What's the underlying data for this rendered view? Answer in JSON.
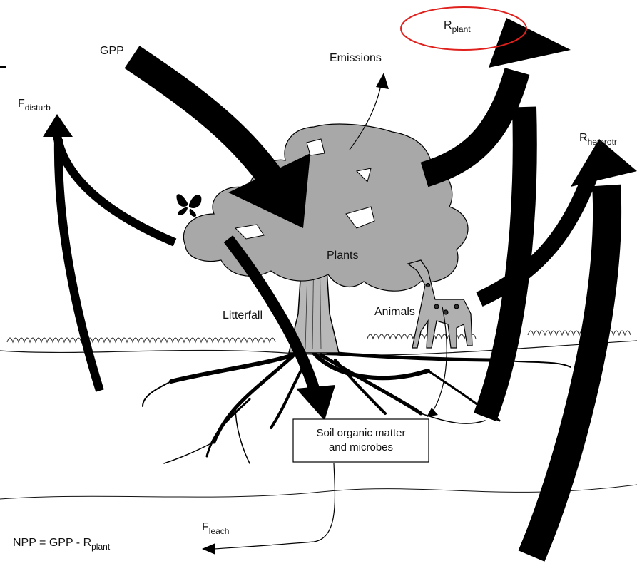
{
  "labels": {
    "gpp": "GPP",
    "emissions": "Emissions",
    "r_plant_main": "R",
    "r_plant_sub": "plant",
    "f_disturb_main": "F",
    "f_disturb_sub": "disturb",
    "r_heterotr_main": "R",
    "r_heterotr_sub": "heterotr",
    "plants": "Plants",
    "animals": "Animals",
    "litterfall": "Litterfall",
    "soil_line1": "Soil organic matter",
    "soil_line2": "and microbes",
    "f_leach_main": "F",
    "f_leach_sub": "leach",
    "npp_main": "NPP = GPP - R",
    "npp_sub": "plant"
  },
  "colors": {
    "highlight_ellipse": "#e0201c",
    "canopy": "#a8a8a8",
    "arrows": "#000000"
  }
}
